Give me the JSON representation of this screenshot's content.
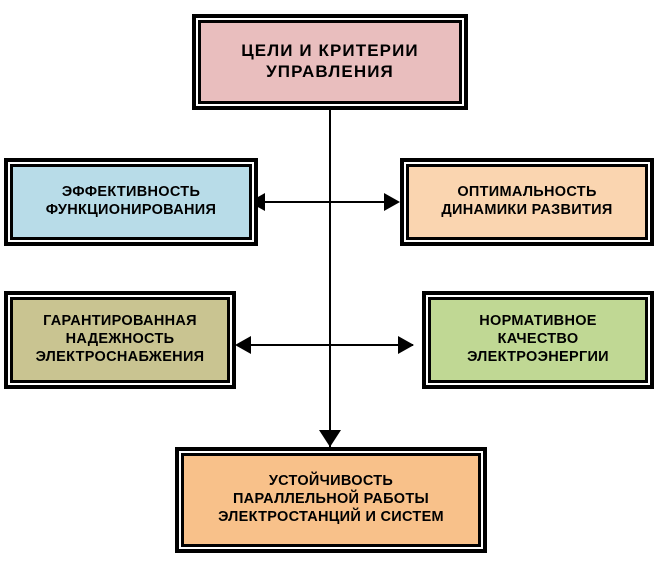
{
  "diagram": {
    "title": "ЦЕЛИ  И  КРИТЕРИИ УПРАВЛЕНИЯ",
    "type": "hierarchy-flowchart",
    "nodes": {
      "goals": {
        "id": "goals",
        "label": "ЦЕЛИ  И  КРИТЕРИИ\nУПРАВЛЕНИЯ",
        "fill": "#E9BEBE",
        "role": "root"
      },
      "efficiency": {
        "id": "efficiency",
        "label": "ЭФФЕКТИВНОСТЬ\nФУНКЦИОНИРОВАНИЯ",
        "fill": "#B8DCE8",
        "role": "criterion-left-upper"
      },
      "optimality": {
        "id": "optimality",
        "label": "ОПТИМАЛЬНОСТЬ\nДИНАМИКИ РАЗВИТИЯ",
        "fill": "#FAD5B0",
        "role": "criterion-right-upper"
      },
      "reliability": {
        "id": "reliability",
        "label": "ГАРАНТИРОВАННАЯ\nНАДЕЖНОСТЬ\nЭЛЕКТРОСНАБЖЕНИЯ",
        "fill": "#C9C491",
        "role": "criterion-left-lower"
      },
      "quality": {
        "id": "quality",
        "label": "НОРМАТИВНОЕ\nКАЧЕСТВО\nЭЛЕКТРОЭНЕРГИИ",
        "fill": "#C0D894",
        "role": "criterion-right-lower"
      },
      "stability": {
        "id": "stability",
        "label": "УСТОЙЧИВОСТЬ\nПАРАЛЛЕЛЬНОЙ РАБОТЫ\nЭЛЕКТРОСТАНЦИЙ И СИСТЕМ",
        "fill": "#F8C18A",
        "role": "criterion-bottom"
      }
    },
    "connectors": {
      "trunk": "vertical-line-from-goals-to-stability",
      "row1": "double-headed-arrow-efficiency-optimality",
      "row2": "double-headed-arrow-reliability-quality",
      "trunk_head": "arrow-down-into-stability"
    },
    "colors": {
      "line": "#000000",
      "border": "#000000",
      "background": "#FFFFFF",
      "text": "#000000"
    }
  }
}
